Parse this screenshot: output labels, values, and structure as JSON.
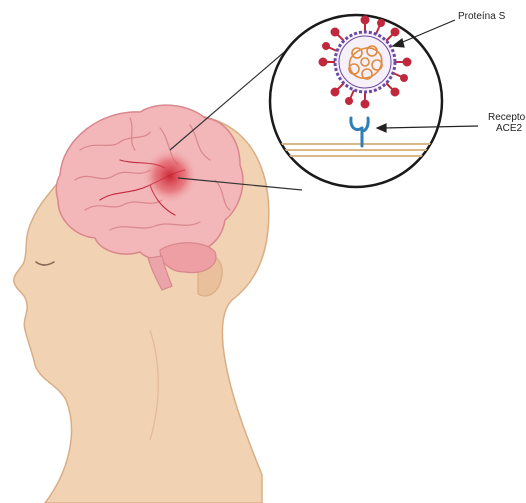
{
  "labels": {
    "spike_protein": "Proteína S",
    "receptor_line1": "Receptor",
    "receptor_line2": "ACE2"
  },
  "icons": {
    "head": "human-head-profile",
    "brain": "brain",
    "inflammation": "inflammation-spot",
    "zoom": "magnifier-callout",
    "virus": "coronavirus",
    "receptor": "ace2-receptor",
    "membrane": "cell-membrane"
  },
  "colors": {
    "skin": "#f1d2b2",
    "skin_outline": "#d9ae86",
    "brain": "#f3b7b9",
    "brain_outline": "#d9878c",
    "inflammation": "#d23a4a",
    "virus_envelope": "#6b4aa0",
    "spike": "#c0283d",
    "rna": "#e08a3c",
    "receptor": "#2e7fb8",
    "membrane": "#d9b98a"
  }
}
